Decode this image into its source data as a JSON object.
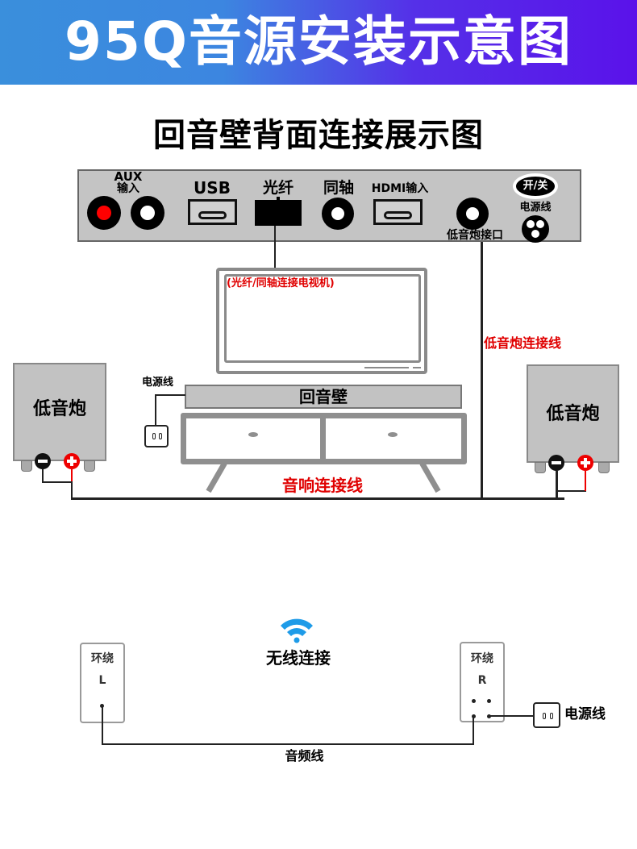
{
  "header": {
    "title": "95Q音源安装示意图"
  },
  "subtitle": "回音壁背面连接展示图",
  "panel": {
    "aux_label": "AUX",
    "aux_sub": "输入",
    "usb_label": "USB",
    "optical_label": "光纤",
    "coaxial_label": "同轴",
    "hdmi_label": "HDMI输入",
    "power_switch_label": "开/关",
    "power_cord_label": "电源线",
    "subwoofer_port_label": "低音炮接口"
  },
  "tv": {
    "note": "(光纤/同轴连接电视机)"
  },
  "soundbar": {
    "label": "回音壁",
    "power_label": "电源线"
  },
  "subwoofer_left": {
    "label": "低音炮"
  },
  "subwoofer_right": {
    "label": "低音炮"
  },
  "cables": {
    "subwoofer_cable": "低音炮连接线",
    "speaker_cable": "音响连接线",
    "audio_cable": "音频线"
  },
  "wireless": {
    "label": "无线连接"
  },
  "surround_left": {
    "label": "环绕",
    "channel": "L"
  },
  "surround_right": {
    "label": "环绕",
    "channel": "R",
    "power_label": "电源线"
  },
  "colors": {
    "accent_red": "#e00000",
    "banner_start": "#3a8fdc",
    "banner_end": "#5a12ea",
    "wifi_blue": "#1e9be8"
  }
}
